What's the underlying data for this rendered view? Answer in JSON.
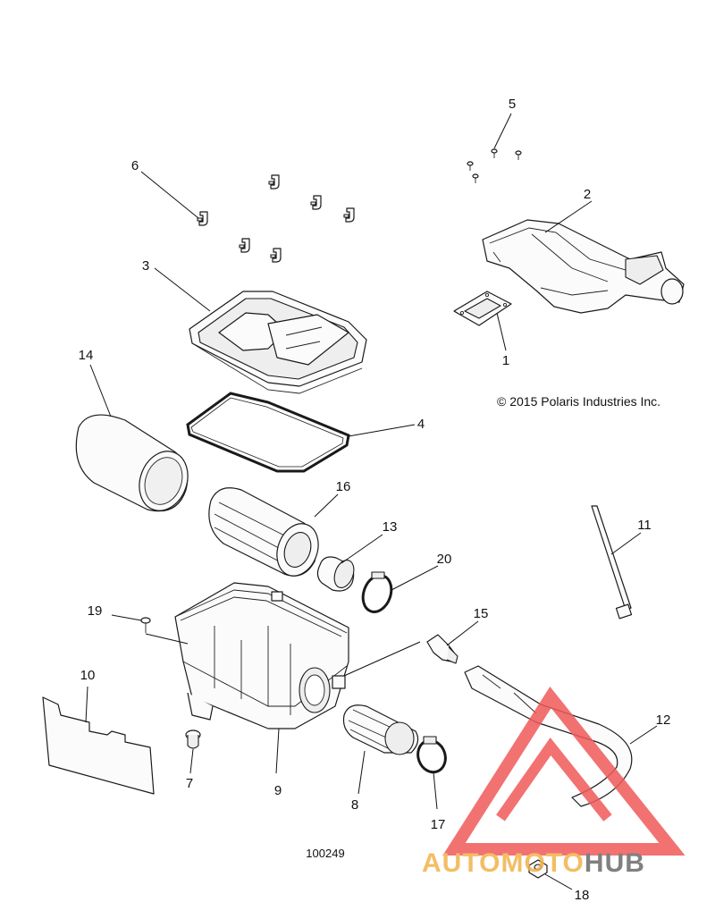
{
  "callouts": {
    "c1": "1",
    "c2": "2",
    "c3": "3",
    "c4": "4",
    "c5": "5",
    "c6": "6",
    "c7": "7",
    "c8": "8",
    "c9": "9",
    "c10": "10",
    "c11": "11",
    "c12": "12",
    "c13": "13",
    "c14": "14",
    "c15": "15",
    "c16": "16",
    "c17": "17",
    "c18": "18",
    "c19": "19",
    "c20": "20"
  },
  "copyright": "© 2015 Polaris Industries Inc.",
  "drawing_number": "100249",
  "watermark": {
    "part1": "AUTO",
    "part2": "MOTO",
    "part3": "HUB",
    "color_triangle": "#f05a5a",
    "color_auto": "#f2b24a",
    "color_hub": "#6b6b6b"
  }
}
